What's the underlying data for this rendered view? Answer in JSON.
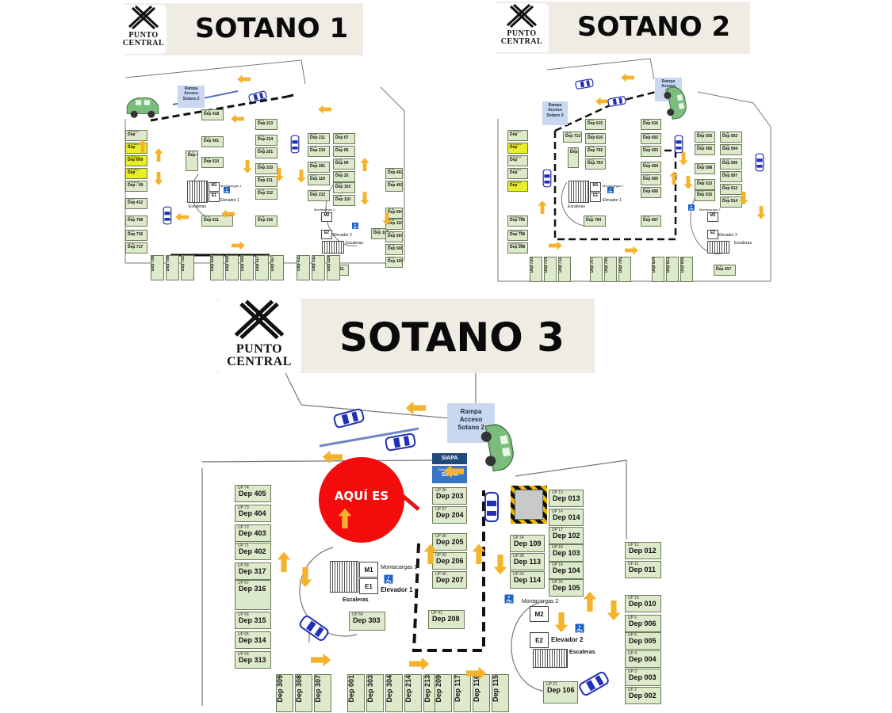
{
  "brand": {
    "line1": "PUNTO",
    "line2": "CENTRAL"
  },
  "colors": {
    "stall_fill": "#dde9cb",
    "stall_yellow": "#e9ee2a",
    "arrow": "#f5b32b",
    "marker": "#f40b0b",
    "route": "#111111",
    "ramp_box": "#c9d7ef",
    "car_outline": "#2231b3",
    "car_green": "#7bbd7c"
  },
  "sotano1": {
    "title": "SOTANO 1",
    "ramp": [
      "Rampa",
      "Acceso",
      "Sotano 2"
    ],
    "labels": {
      "montacargas": "Montacargas 1",
      "elevador": "Elevador 1",
      "escaleras": "Escaleras",
      "montacargas2": "Montacargas 2",
      "elevador2": "Elevador 2",
      "escaleras2": "Escaleras",
      "m1": "M1",
      "e1": "E1",
      "m2": "M2",
      "e2": "E2"
    },
    "stalls": [
      {
        "up": "UP 18",
        "dep": "Dep 418"
      },
      {
        "up": "UP 10",
        "dep": "Dep 501"
      },
      {
        "up": "UP 17",
        "dep": "Dep 421"
      },
      {
        "up": "UP 16",
        "dep": "Dep 510"
      },
      {
        "up": "UP 15",
        "dep": "Dep 511"
      },
      {
        "up": "UP 51",
        "dep": "Dep 213"
      },
      {
        "up": "UP 50",
        "dep": "Dep 214"
      },
      {
        "up": "UP 49",
        "dep": "Dep 201"
      },
      {
        "up": "UP 48",
        "dep": "Dep 310"
      },
      {
        "up": "UP 47",
        "dep": "Dep 211"
      },
      {
        "up": "UP 46",
        "dep": "Dep 312"
      },
      {
        "up": "UP 45",
        "dep": "Dep 316"
      },
      {
        "up": "UP 65",
        "dep": "Dep 211"
      },
      {
        "up": "UP 64",
        "dep": "Dep 210"
      },
      {
        "up": "UP 63",
        "dep": "Dep 201"
      },
      {
        "up": "UP 62",
        "dep": "Dep 110"
      },
      {
        "up": "UP 61",
        "dep": "Dep 212"
      },
      {
        "up": "UP 70",
        "dep": "Dep 07"
      },
      {
        "up": "UP 69",
        "dep": "Dep 05"
      },
      {
        "up": "UP 68",
        "dep": "Dep 09"
      },
      {
        "up": "UP 67",
        "dep": "Dep 25"
      },
      {
        "up": "UP 66",
        "dep": "Dep 103"
      },
      {
        "up": "UP 60",
        "dep": "Dep 110"
      },
      {
        "up": "UP 34",
        "dep": "Dep 117"
      },
      {
        "up": "UP 19",
        "dep": "Dep 111"
      },
      {
        "up": "UP 83",
        "dep": "Dep 402"
      },
      {
        "up": "UP 82",
        "dep": "Dep 401"
      },
      {
        "up": "UP 81",
        "dep": "Dep 504"
      },
      {
        "up": "UP 80",
        "dep": "Dep 110"
      },
      {
        "up": "UP 79",
        "dep": "Dep 507"
      },
      {
        "up": "UP 78",
        "dep": "Dep 508"
      },
      {
        "up": "UP 77",
        "dep": "Dep 109"
      },
      {
        "up": "UP 11",
        "dep": "Dep 708"
      },
      {
        "up": "UP 10",
        "dep": "Dep 716"
      },
      {
        "up": "UP 09",
        "dep": "Dep 717"
      },
      {
        "up": "UP 12",
        "dep": "Dep 412"
      }
    ],
    "yellow": [
      {
        "up": "L1 Bodega",
        "dep": "Dep"
      },
      {
        "up": "L2 Bodega",
        "dep": "Dep"
      },
      {
        "up": "L3 Bodega",
        "dep": "Dep 609"
      },
      {
        "up": "L4 Bodega",
        "dep": "Dep"
      },
      {
        "up": "L5 Bodega",
        "dep": "Dep - 09"
      }
    ],
    "bottom": [
      "Dep 709",
      "Dep 708",
      "Dep 701",
      "Dep 618",
      "Dep 509",
      "Dep 305",
      "Dep 517",
      "Dep 417",
      "Dep 411",
      "Dep 311",
      "Dep 218"
    ]
  },
  "sotano2": {
    "title": "SOTANO 2",
    "ramp_a": [
      "Rampa",
      "Acceso",
      "Sotano 3"
    ],
    "ramp_b": [
      "Rampa",
      "Acceso",
      "Sot"
    ],
    "labels": {
      "montacargas": "Montacargas 1",
      "elevador": "Elevador 1",
      "escaleras": "Escaleras",
      "montacargas2": "Montacargas 2",
      "elevador2": "Elevador 2",
      "escaleras2": "Escaleras",
      "m1": "M1",
      "e1": "E1",
      "m2": "M2",
      "e2": "E2"
    },
    "stalls": [
      {
        "up": "UP 17",
        "dep": "Dep 615"
      },
      {
        "up": "UP 16",
        "dep": "Dep 616"
      },
      {
        "up": "UP 61",
        "dep": "Dep 713"
      },
      {
        "up": "UP 15",
        "dep": "Dep 702"
      },
      {
        "up": "UP 14",
        "dep": "Dep 703"
      },
      {
        "up": "UP 62",
        "dep": "Dep 715"
      },
      {
        "up": "UP 13",
        "dep": "Dep 704"
      },
      {
        "up": "UP 55",
        "dep": "Dep 616"
      },
      {
        "up": "UP 54",
        "dep": "Dep 602"
      },
      {
        "up": "UP 53",
        "dep": "Dep 603"
      },
      {
        "up": "UP 52",
        "dep": "Dep 604"
      },
      {
        "up": "UP 51",
        "dep": "Dep 605"
      },
      {
        "up": "UP 50",
        "dep": "Dep 606"
      },
      {
        "up": "UP 33",
        "dep": "Dep 607"
      },
      {
        "up": "UP 41",
        "dep": "Dep 503"
      },
      {
        "up": "UP 40",
        "dep": "Dep 505"
      },
      {
        "up": "UP 39",
        "dep": "Dep 508"
      },
      {
        "up": "UP 38",
        "dep": "Dep 513"
      },
      {
        "up": "UP 37",
        "dep": "Dep 515"
      },
      {
        "up": "UP 46",
        "dep": "Dep 502"
      },
      {
        "up": "UP 45",
        "dep": "Dep 504"
      },
      {
        "up": "UP 44",
        "dep": "Dep 506"
      },
      {
        "up": "UP 43",
        "dep": "Dep 507"
      },
      {
        "up": "UP 42",
        "dep": "Dep 512"
      },
      {
        "up": "UP 47",
        "dep": "Dep 514"
      },
      {
        "up": "UP 31",
        "dep": "Dep 417"
      },
      {
        "up": "L12 Bodega",
        "dep": "Dep 706"
      },
      {
        "up": "L11 Bodega",
        "dep": "Dep 706"
      },
      {
        "up": "L10 Bodega",
        "dep": "Dep 308"
      }
    ],
    "yellow": [
      {
        "up": "L1 Bodega",
        "dep": "Dep"
      },
      {
        "up": "L2 Bodega",
        "dep": "Dep"
      },
      {
        "up": "L3 Bodega",
        "dep": "Dep"
      },
      {
        "up": "L4 Bodega",
        "dep": "Dep"
      },
      {
        "up": "L5 Bodega",
        "dep": "Dep"
      }
    ],
    "bottom": [
      "Dep 720",
      "Dep 714",
      "Dep 711",
      "Dep 707",
      "Dep 706",
      "Dep 705",
      "Dep 614",
      "Dep 613",
      "Dep 608"
    ]
  },
  "sotano3": {
    "title": "SOTANO 3",
    "ramp": [
      "Rampa",
      "Acceso",
      "Sotano 2"
    ],
    "siapa": "SIAPA",
    "siapa_sub": [
      "Estacionamiento",
      "SIAPA"
    ],
    "marker": [
      "AQUÍ ES"
    ],
    "labels": {
      "montacargas": "Montacargas 1",
      "elevador": "Elevador 1",
      "escaleras": "Escaleras",
      "montacargas2": "Montacargas 2",
      "elevador2": "Elevador 2",
      "escaleras2": "Escaleras",
      "m1": "M1",
      "e1": "E1",
      "m2": "M2",
      "e2": "E2"
    },
    "left": [
      {
        "up": "UP 74",
        "dep": "Dep 405"
      },
      {
        "up": "UP 73",
        "dep": "Dep 404"
      },
      {
        "up": "UP 72",
        "dep": "Dep 403"
      },
      {
        "up": "UP 71",
        "dep": "Dep 402"
      },
      {
        "up": "UP 68",
        "dep": "Dep 317"
      },
      {
        "up": "UP 67",
        "dep": "Dep 316"
      },
      {
        "up": "UP 66",
        "dep": "Dep 315"
      },
      {
        "up": "UP 65",
        "dep": "Dep 314"
      },
      {
        "up": "UP 64",
        "dep": "Dep 313"
      }
    ],
    "center": [
      {
        "up": "UP 36",
        "dep": "Dep 203"
      },
      {
        "up": "UP 37",
        "dep": "Dep 204"
      },
      {
        "up": "UP 38",
        "dep": "Dep 205"
      },
      {
        "up": "UP 39",
        "dep": "Dep 206"
      },
      {
        "up": "UP 40",
        "dep": "Dep 207"
      },
      {
        "up": "UP 41",
        "dep": "Dep 208"
      },
      {
        "up": "UP 54",
        "dep": "Dep 303"
      }
    ],
    "right_inner": [
      {
        "up": "UP 13",
        "dep": "Dep 013"
      },
      {
        "up": "UP 14",
        "dep": "Dep 014"
      },
      {
        "up": "UP 24",
        "dep": "Dep 109"
      },
      {
        "up": "UP 17",
        "dep": "Dep 102"
      },
      {
        "up": "UP 18",
        "dep": "Dep 103"
      },
      {
        "up": "UP 28",
        "dep": "Dep 113"
      },
      {
        "up": "UP 14",
        "dep": "Dep 104"
      },
      {
        "up": "UP 29",
        "dep": "Dep 114"
      },
      {
        "up": "UP 20",
        "dep": "Dep 105"
      },
      {
        "up": "UP 21",
        "dep": "Dep 106"
      }
    ],
    "right": [
      {
        "up": "UP 12",
        "dep": "Dep 012"
      },
      {
        "up": "UP 11",
        "dep": "Dep 011"
      },
      {
        "up": "UP 10",
        "dep": "Dep 010"
      },
      {
        "up": "UP 6",
        "dep": "Dep 006"
      },
      {
        "up": "UP 5",
        "dep": "Dep 005"
      },
      {
        "up": "UP 4",
        "dep": "Dep 004"
      },
      {
        "up": "UP 3",
        "dep": "Dep 003"
      },
      {
        "up": "UP 2",
        "dep": "Dep 002"
      }
    ],
    "bottom_a": [
      "Dep 309",
      "Dep 308",
      "Dep 307"
    ],
    "bottom_b": [
      "Dep 001",
      "Dep 303",
      "Dep 304",
      "Dep 214",
      "Dep 213"
    ],
    "bottom_c": [
      "Dep 209",
      "Dep 117",
      "Dep 116",
      "Dep 115"
    ]
  }
}
